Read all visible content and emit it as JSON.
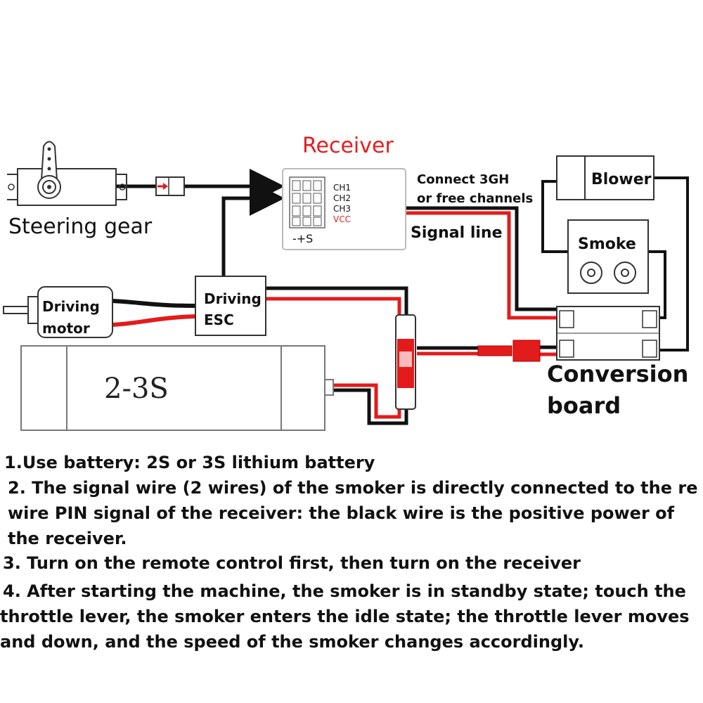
{
  "colors": {
    "red_wire": "#e31b1b",
    "black_wire": "#111111",
    "receiver_title": "#e02020",
    "vcc": "#e02020"
  },
  "labels": {
    "receiver": "Receiver",
    "steering_gear": "Steering gear",
    "driving_motor": "Driving\nmotor",
    "driving_esc": "Driving\nESC",
    "blower": "Blower",
    "smoke": "Smoke",
    "conversion_board": "Conversion\nboard",
    "connect_note": "Connect 3GH\nor free channels",
    "signal_line": "Signal line",
    "battery": "2-3S",
    "ch1": "CH1",
    "ch2": "CH2",
    "ch3": "CH3",
    "vcc": "VCC",
    "polarity": "-+S"
  },
  "notes": [
    "1.Use battery: 2S or 3S lithium battery",
    "2. The signal wire (2 wires) of the smoker is directly connected to the re",
    "wire PIN signal of the receiver: the black wire is the positive power of",
    "the receiver.",
    "3. Turn on the remote control first, then turn on the receiver",
    "4. After starting the machine, the smoker is in standby state; touch the",
    "throttle lever, the smoker enters the idle state; the throttle lever moves",
    "and down, and the speed of the smoker changes accordingly."
  ]
}
